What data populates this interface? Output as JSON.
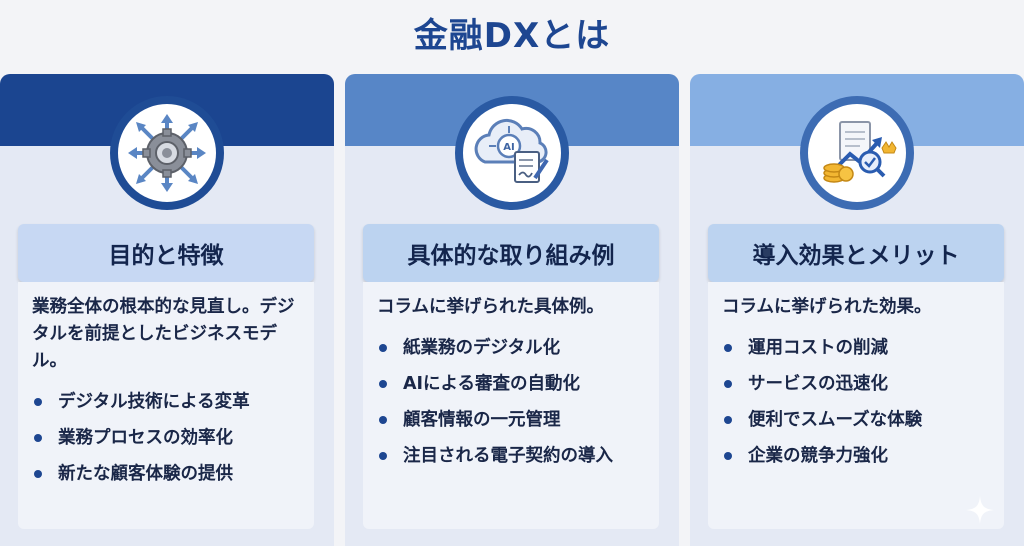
{
  "title": "金融DXとは",
  "cards": [
    {
      "icon": "gear-arrows-icon",
      "heading": "目的と特徴",
      "intro": "業務全体の根本的な見直し。デジタルを前提としたビジネスモデル。",
      "items": [
        "デジタル技術による変革",
        "業務プロセスの効率化",
        "新たな顧客体験の提供"
      ]
    },
    {
      "icon": "ai-cloud-document-icon",
      "heading": "具体的な取り組み例",
      "intro": "コラムに挙げられた具体例。",
      "items": [
        "紙業務のデジタル化",
        "AIによる審査の自動化",
        "顧客情報の一元管理",
        "注目される電子契約の導入"
      ]
    },
    {
      "icon": "growth-chart-coins-icon",
      "heading": "導入効果とメリット",
      "intro": "コラムに挙げられた効果。",
      "items": [
        "運用コストの削減",
        "サービスの迅速化",
        "便利でスムーズな体験",
        "企業の競争力強化"
      ]
    }
  ],
  "colors": {
    "title": "#1d4691",
    "band1": "#1b4590",
    "band2": "#5786c7",
    "band3": "#86afe3"
  }
}
